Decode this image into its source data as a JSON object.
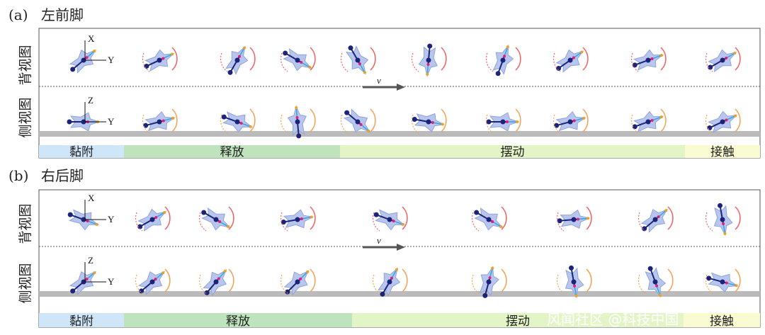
{
  "panels": [
    {
      "tag": "(a)",
      "title": "左前脚",
      "back_view": "背视图",
      "side_view": "侧视图",
      "velocity": "v",
      "axes_back": [
        "X",
        "Y"
      ],
      "axes_side": [
        "Z",
        "Y"
      ],
      "phases": [
        {
          "label": "黏附",
          "color": "#cfe5f8"
        },
        {
          "label": "释放",
          "color": "#bfe3bd"
        },
        {
          "label": "摆动",
          "color": "#e3f5c6"
        },
        {
          "label": "接触",
          "color": "#fbfbd2"
        }
      ]
    },
    {
      "tag": "(b)",
      "title": "右后脚",
      "back_view": "背视图",
      "side_view": "侧视图",
      "velocity": "v",
      "axes_back": [
        "X",
        "Y"
      ],
      "axes_side": [
        "Z",
        "Y"
      ],
      "phases": [
        {
          "label": "黏附",
          "color": "#cfe5f8"
        },
        {
          "label": "释放",
          "color": "#bfe3bd"
        },
        {
          "label": "摆动",
          "color": "#e3f5c6"
        },
        {
          "label": "接触",
          "color": "#fbfbd2"
        }
      ]
    }
  ],
  "watermark": "风闻社区 @科技中国",
  "colors": {
    "body": "#b8c6ee",
    "link": "#1b237a",
    "joint": "#e0207a",
    "toe": "#f0a020",
    "arrow_back": "#f06060",
    "arrow_side": "#f5a050",
    "ground": "#bbbbbb"
  }
}
